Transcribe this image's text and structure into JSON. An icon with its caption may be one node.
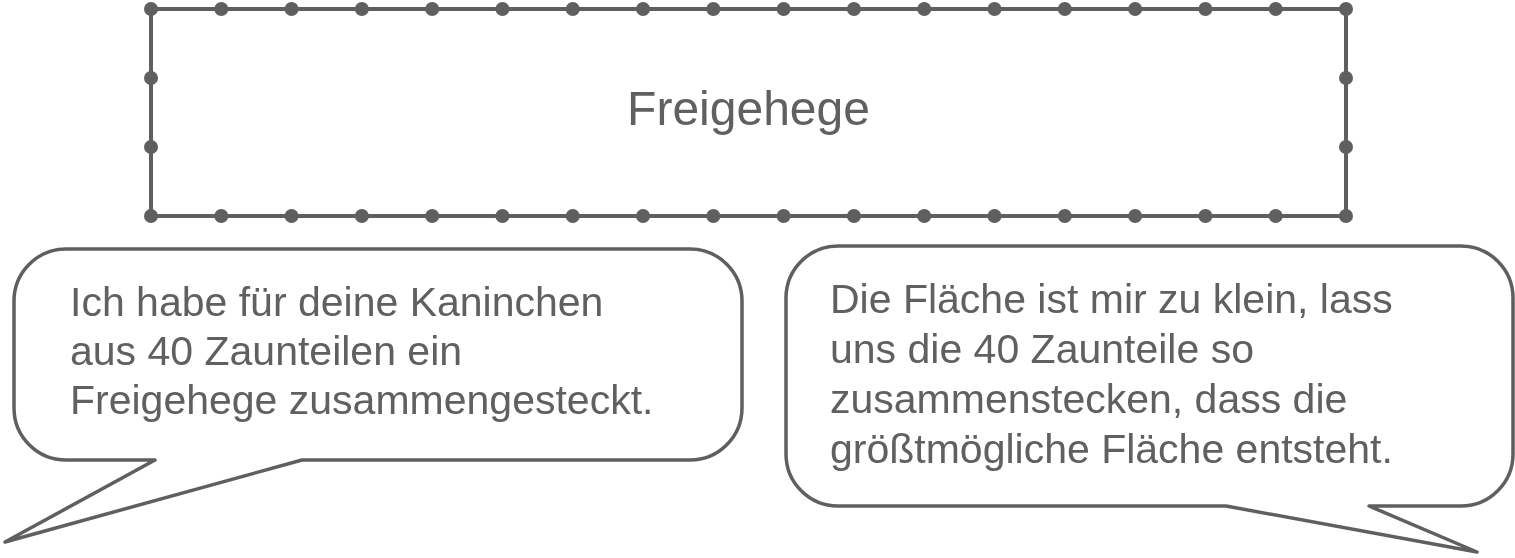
{
  "diagram": {
    "nodes": [
      {
        "text": [
          "Freigehege"
        ]
      },
      {
        "text": [
          "Ich habe für deine Kaninchen aus 40 Zaunteilen ein Freigehege zusammengesteckt."
        ]
      },
      {
        "text": [
          "Die Fläche ist mir zu klein, lass uns die 40 Zaunteile so zusammenstecken, dass die größtmögliche Fläche entsteht."
        ]
      }
    ]
  }
}
